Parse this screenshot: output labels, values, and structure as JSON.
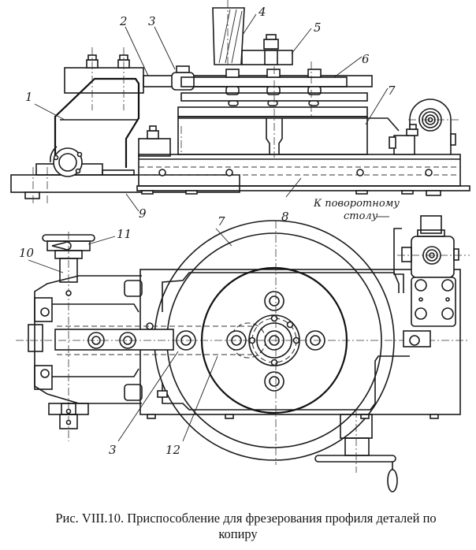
{
  "figure": {
    "number": "Рис. VIII.10.",
    "caption_line1": "Приспособление для фрезерования профиля деталей по",
    "caption_line2": "копиру"
  },
  "callouts": {
    "top_view": [
      {
        "id": "1",
        "label": "1"
      },
      {
        "id": "2",
        "label": "2"
      },
      {
        "id": "3",
        "label": "3"
      },
      {
        "id": "4",
        "label": "4"
      },
      {
        "id": "5",
        "label": "5"
      },
      {
        "id": "6",
        "label": "6"
      },
      {
        "id": "7",
        "label": "7"
      },
      {
        "id": "8",
        "label": "8"
      },
      {
        "id": "9",
        "label": "9"
      }
    ],
    "plan_view": [
      {
        "id": "7",
        "label": "7"
      },
      {
        "id": "10",
        "label": "10"
      },
      {
        "id": "11",
        "label": "11"
      },
      {
        "id": "3",
        "label": "3"
      },
      {
        "id": "12",
        "label": "12"
      }
    ]
  },
  "annotation": {
    "line1": "К поворотному",
    "line2": "столу"
  },
  "colors": {
    "ink": "#1a1a1a",
    "paper": "#ffffff"
  }
}
